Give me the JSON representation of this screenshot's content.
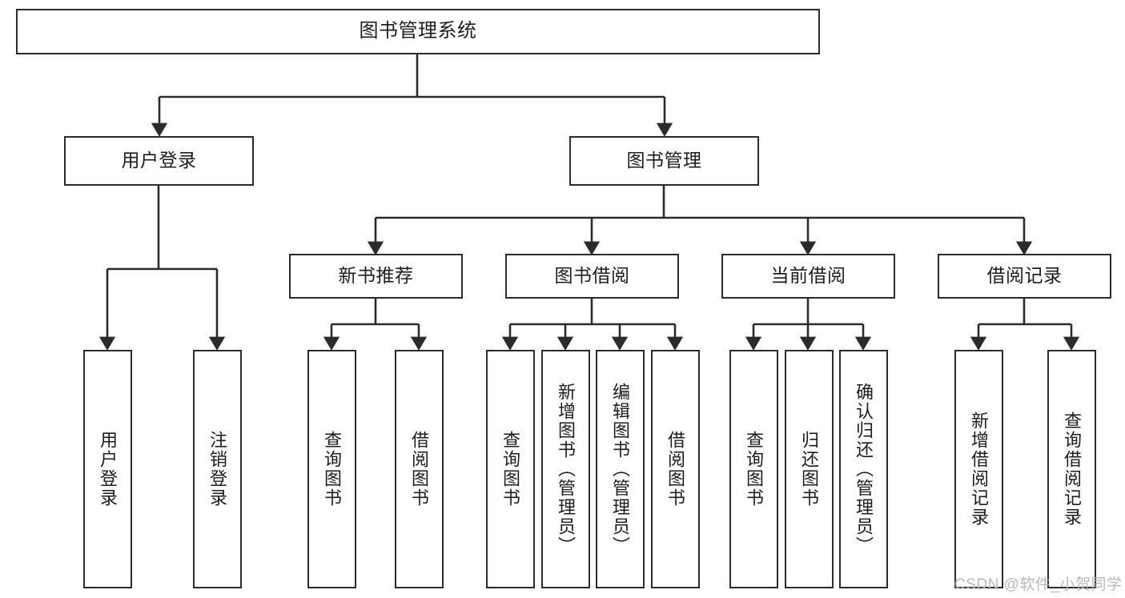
{
  "diagram": {
    "title": "图书管理系统",
    "root": {
      "label": "图书管理系统"
    },
    "level2": [
      {
        "label": "用户登录"
      },
      {
        "label": "图书管理"
      }
    ],
    "level3": [
      {
        "label": "新书推荐"
      },
      {
        "label": "图书借阅"
      },
      {
        "label": "当前借阅"
      },
      {
        "label": "借阅记录"
      }
    ],
    "leaves": {
      "user_login": [
        {
          "label": "用户登录"
        },
        {
          "label": "注销登录"
        }
      ],
      "new_book_recommend": [
        {
          "label": "查询图书"
        },
        {
          "label": "借阅图书"
        }
      ],
      "book_borrow": [
        {
          "label": "查询图书"
        },
        {
          "label": "新增图书（管理员）"
        },
        {
          "label": "编辑图书（管理员）"
        },
        {
          "label": "借阅图书"
        }
      ],
      "current_borrow": [
        {
          "label": "查询图书"
        },
        {
          "label": "归还图书"
        },
        {
          "label": "确认归还（管理员）"
        }
      ],
      "borrow_record": [
        {
          "label": "新增借阅记录"
        },
        {
          "label": "查询借阅记录"
        }
      ]
    },
    "colors": {
      "stroke": "#2b2b2b",
      "fill": "#ffffff",
      "text": "#1d1d1d",
      "watermark": "#b9b9b9"
    }
  },
  "watermark": {
    "text": "CSDN @软件_小贺同学"
  }
}
